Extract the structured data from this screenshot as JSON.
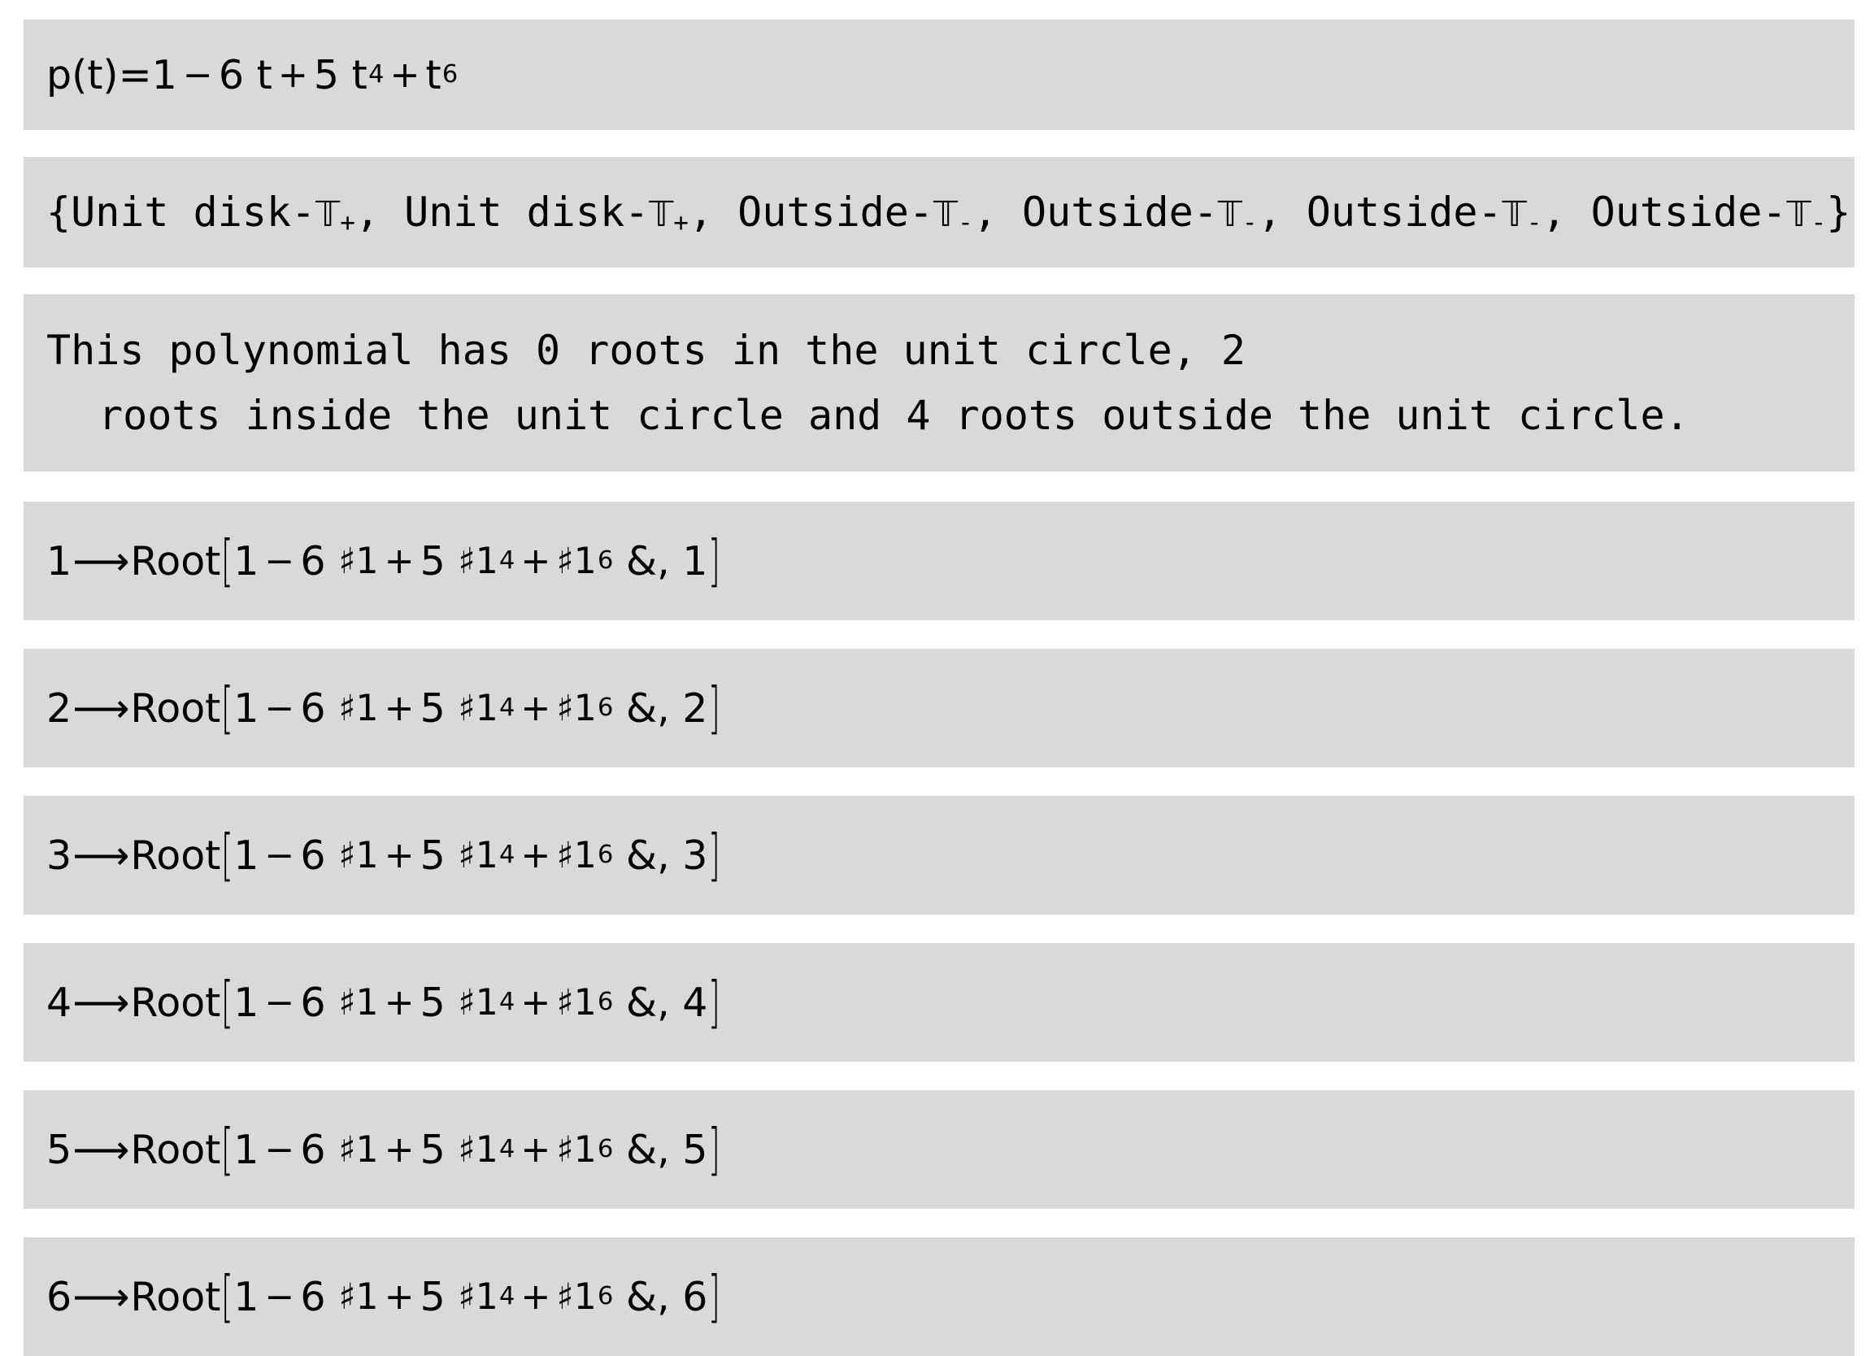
{
  "polynomial": {
    "lhs": "p(t)",
    "eq": "=",
    "c0": "1",
    "op1": "−",
    "c1": "6",
    "var1": "t",
    "op2": "+",
    "c4": "5",
    "var4": "t",
    "exp4": "4",
    "op3": "+",
    "var6": "t",
    "exp6": "6"
  },
  "regions": {
    "open": "{",
    "close": "}",
    "sep": ", ",
    "items": [
      {
        "label": "Unit disk",
        "dash": "-",
        "symbol": "𝕋",
        "sub": "+"
      },
      {
        "label": "Unit disk",
        "dash": "-",
        "symbol": "𝕋",
        "sub": "+"
      },
      {
        "label": "Outside",
        "dash": "-",
        "symbol": "𝕋",
        "sub": "-"
      },
      {
        "label": "Outside",
        "dash": "-",
        "symbol": "𝕋",
        "sub": "-"
      },
      {
        "label": "Outside",
        "dash": "-",
        "symbol": "𝕋",
        "sub": "-"
      },
      {
        "label": "Outside",
        "dash": "-",
        "symbol": "𝕋",
        "sub": "-"
      }
    ]
  },
  "message": {
    "line1": "This polynomial has 0 roots in the unit circle, 2",
    "line2": "roots inside the unit circle and 4 roots outside the unit circle."
  },
  "roots": {
    "arrow": "⟶",
    "head": "Root",
    "lbracket": "[",
    "rbracket": "]",
    "c0": "1",
    "op1": "−",
    "c1": "6",
    "slot": "♯1",
    "op2": "+",
    "c4": "5",
    "exp4": "4",
    "op3": "+",
    "exp6": "6",
    "amp": "&,",
    "rows": [
      {
        "index": "1",
        "arg": "1"
      },
      {
        "index": "2",
        "arg": "2"
      },
      {
        "index": "3",
        "arg": "3"
      },
      {
        "index": "4",
        "arg": "4"
      },
      {
        "index": "5",
        "arg": "5"
      },
      {
        "index": "6",
        "arg": "6"
      }
    ]
  }
}
